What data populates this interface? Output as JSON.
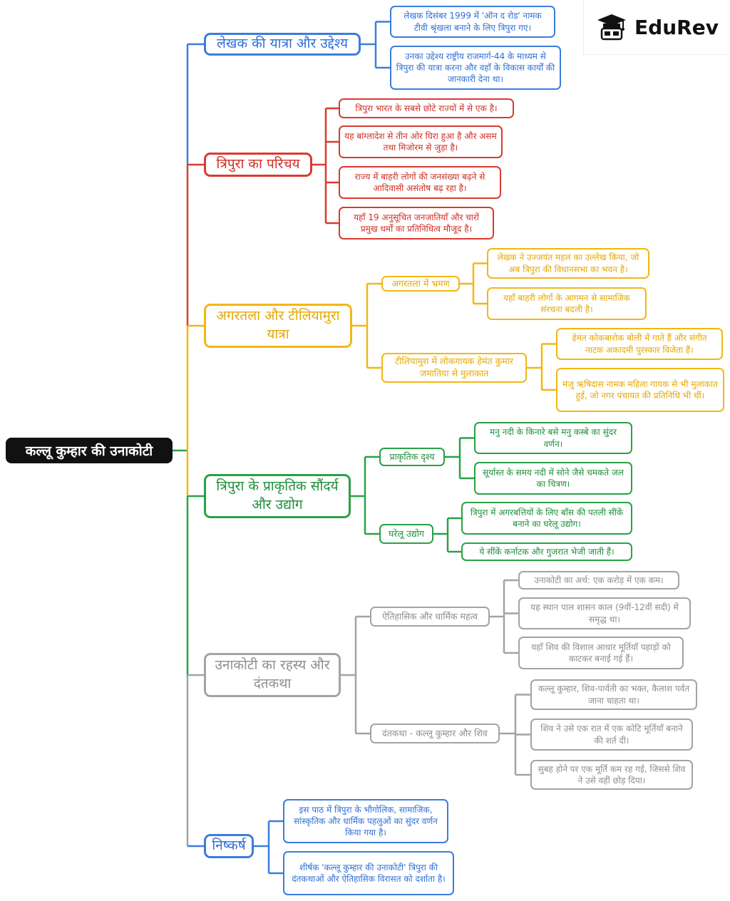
{
  "root": {
    "label": "कल्लू कुम्हार की उनाकोटी"
  },
  "brand": {
    "name": "EduRev"
  },
  "colors": {
    "blue": "#3b7ddd",
    "red": "#d93b30",
    "yellow": "#f2b713",
    "green": "#2aa146",
    "grey": "#a3a3a3",
    "root_bg": "#111111"
  },
  "sections": [
    {
      "label": "लेखक की यात्रा और उद्देश्य",
      "color": "blue",
      "leaves": [
        "लेखक दिसंबर 1999 में 'ऑन द रोड' नामक टीवी श्रृंखला बनाने के लिए त्रिपुरा गए।",
        "उनका उद्देश्य राष्ट्रीय राजमार्ग-44 के माध्यम से त्रिपुरा की यात्रा करना और वहाँ के विकास कार्यों की जानकारी देना था।"
      ]
    },
    {
      "label": "त्रिपुरा का परिचय",
      "color": "red",
      "leaves": [
        "त्रिपुरा भारत के सबसे छोटे राज्यों में से एक है।",
        "यह बांग्लादेश से तीन ओर घिरा हुआ है और असम तथा मिजोरम से जुड़ा है।",
        "राज्य में बाहरी लोगों की जनसंख्या बढ़ने से आदिवासी असंतोष बढ़ रहा है।",
        "यहाँ 19 अनुसूचित जनजातियाँ और चारों प्रमुख धर्मों का प्रतिनिधित्व मौजूद है।"
      ]
    },
    {
      "label": "अगरतला और टीलियामुरा यात्रा",
      "color": "yellow",
      "subs": [
        {
          "label": "अगरतला में भ्रमण",
          "leaves": [
            "लेखक ने उज्जयंत महल का उल्लेख किया, जो अब त्रिपुरा की विधानसभा का भवन है।",
            "यहाँ बाहरी लोगों के आगमन से सामाजिक संरचना बदली है।"
          ]
        },
        {
          "label": "टीलियामुरा में लोकगायक हेमंत कुमार जमातिया से मुलाकात",
          "leaves": [
            "हेमंत कोकबारोक बोली में गाते हैं और संगीत नाटक अकादमी पुरस्कार विजेता हैं।",
            "मंजु ऋषिदास नामक महिला गायक से भी मुलाकात हुई, जो नगर पंचायत की प्रतिनिधि भी थीं।"
          ]
        }
      ]
    },
    {
      "label": "त्रिपुरा के प्राकृतिक सौंदर्य और उद्योग",
      "color": "green",
      "subs": [
        {
          "label": "प्राकृतिक दृश्य",
          "leaves": [
            "मनु नदी के किनारे बसे मनु कस्बे का सुंदर वर्णन।",
            "सूर्यास्त के समय नदी में सोने जैसे चमकते जल का चित्रण।"
          ]
        },
        {
          "label": "घरेलू उद्योग",
          "leaves": [
            "त्रिपुरा में अगरबत्तियों के लिए बाँस की पतली सींकें बनाने का घरेलू उद्योग।",
            "ये सींकें कर्नाटक और गुजरात भेजी जाती हैं।"
          ]
        }
      ]
    },
    {
      "label": "उनाकोटी का रहस्य और दंतकथा",
      "color": "grey",
      "subs": [
        {
          "label": "ऐतिहासिक और धार्मिक महत्व",
          "leaves": [
            "उनाकोटी का अर्थ: एक करोड़ में एक कम।",
            "यह स्थान पाल शासन काल (9वीं-12वीं सदी) में समृद्ध था।",
            "यहाँ शिव की विशाल आधार मूर्तियाँ पहाड़ों को काटकर बनाई गई हैं।"
          ]
        },
        {
          "label": "दंतकथा - कल्लू कुम्हार और शिव",
          "leaves": [
            "कल्लू कुम्हार, शिव-पार्वती का भक्त, कैलाश पर्वत जाना चाहता था।",
            "शिव ने उसे एक रात में एक कोटि मूर्तियाँ बनाने की शर्त दी।",
            "सुबह होने पर एक मूर्ति कम रह गई, जिससे शिव ने उसे वहीं छोड़ दिया।"
          ]
        }
      ]
    },
    {
      "label": "निष्कर्ष",
      "color": "blue",
      "leaves": [
        "इस पाठ में त्रिपुरा के भौगोलिक, सामाजिक, सांस्कृतिक और धार्मिक पहलुओं का सुंदर वर्णन किया गया है।",
        "शीर्षक 'कल्लू कुम्हार की उनाकोटी' त्रिपुरा की दंतकथाओं और ऐतिहासिक विरासत को दर्शाता है।"
      ]
    }
  ]
}
